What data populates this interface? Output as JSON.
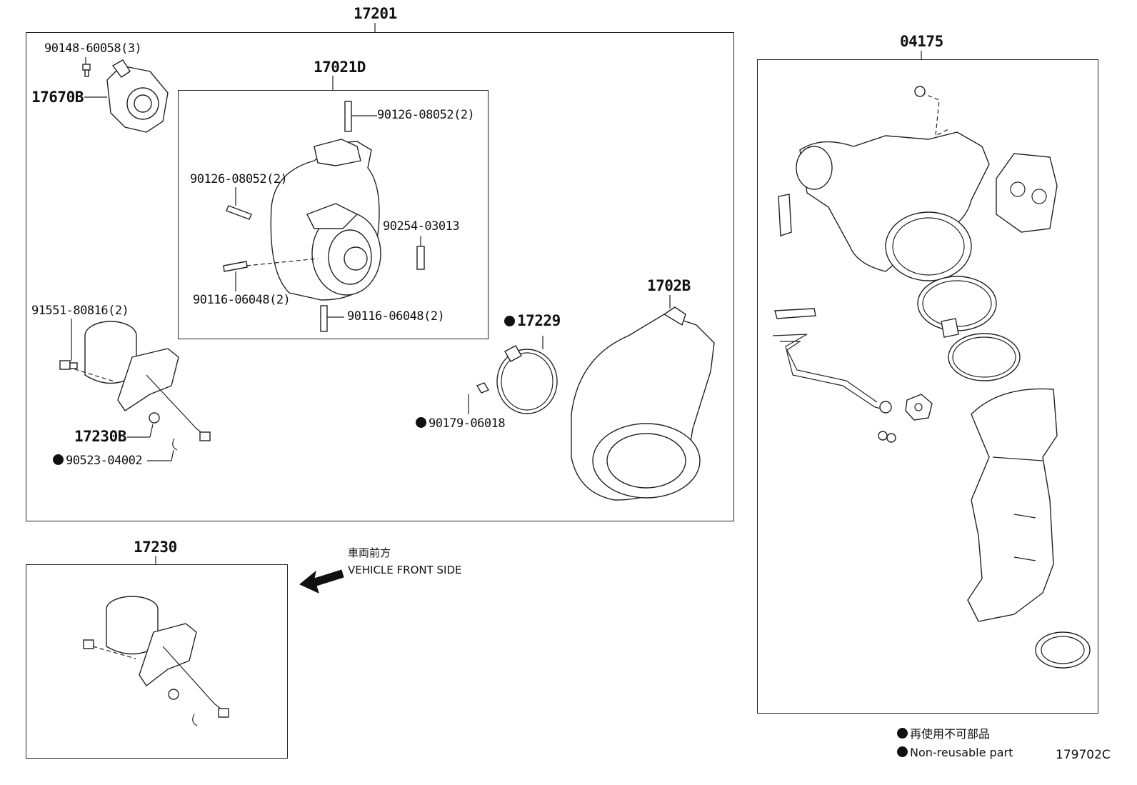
{
  "diagram": {
    "assembly_17201": "17201",
    "cartridge_17021d": "17021D",
    "gasket_kit_04175": "04175",
    "actuator_17230": "17230",
    "parts": {
      "p_90148": "90148-60058(3)",
      "p_17670b": "17670B",
      "p_90126_a": "90126-08052(2)",
      "p_90126_b": "90126-08052(2)",
      "p_90254": "90254-03013",
      "p_90116_a": "90116-06048(2)",
      "p_90116_b": "90116-06048(2)",
      "p_91551": "91551-80816(2)",
      "p_17230b": "17230B",
      "p_90523": "90523-04002",
      "p_17229": "17229",
      "p_90179": "90179-06018",
      "p_1702b": "1702B"
    },
    "direction_jp": "車両前方",
    "direction_en": "VEHICLE FRONT SIDE",
    "legend_jp": "再使用不可部品",
    "legend_en": "Non-reusable part",
    "diagram_code": "179702C"
  }
}
